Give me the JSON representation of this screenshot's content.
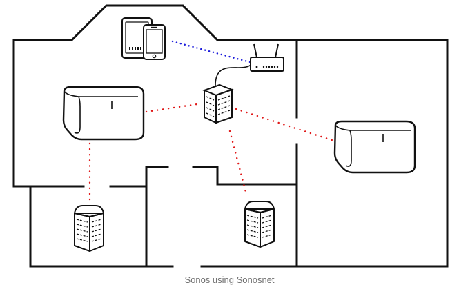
{
  "caption": "Sonos using Sonosnet",
  "colors": {
    "walls": "#111111",
    "wifi_link": "#1a1adb",
    "sonosnet_link": "#e01818",
    "device_fill": "#ffffff",
    "caption_text": "#6f6f6f"
  },
  "icons": [
    "tablet-icon",
    "phone-icon",
    "router-icon",
    "sonos-boost-icon",
    "sonos-play5-speaker-icon",
    "sonos-play1-speaker-icon"
  ],
  "connections": [
    {
      "from": "phone",
      "to": "router",
      "style": "dotted",
      "color": "blue"
    },
    {
      "from": "boost",
      "to": "router",
      "style": "cable",
      "color": "black"
    },
    {
      "from": "boost",
      "to": "speaker-left",
      "style": "dotted",
      "color": "red"
    },
    {
      "from": "boost",
      "to": "speaker-right",
      "style": "dotted",
      "color": "red"
    },
    {
      "from": "boost",
      "to": "play1-center",
      "style": "dotted",
      "color": "red"
    },
    {
      "from": "speaker-left",
      "to": "play1-left",
      "style": "dotted",
      "color": "red"
    }
  ]
}
